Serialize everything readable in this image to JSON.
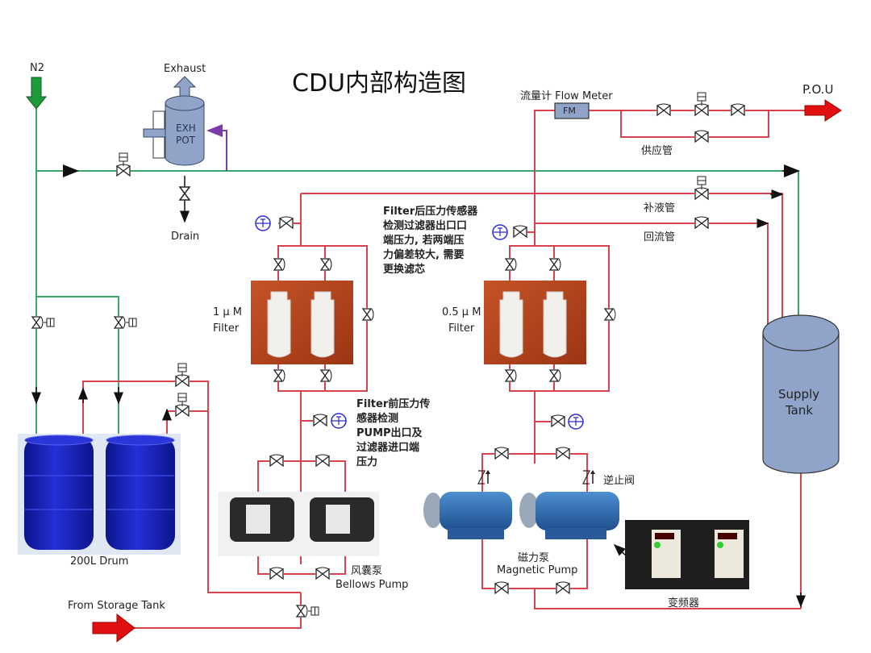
{
  "title": "CDU内部构造图",
  "labels": {
    "n2": "N2",
    "exhaust": "Exhaust",
    "exh_pot_line1": "EXH",
    "exh_pot_line2": "POT",
    "drain": "Drain",
    "flow_meter": "流量计 Flow Meter",
    "fm": "FM",
    "pou": "P.O.U",
    "supply_pipe": "供应管",
    "replenish_pipe": "补液管",
    "return_pipe": "回流管",
    "filter_1um_line1": "1 μ M",
    "filter_1um_line2": "Filter",
    "filter_05um_line1": "0.5 μ M",
    "filter_05um_line2": "Filter",
    "supply_tank_line1": "Supply",
    "supply_tank_line2": "Tank",
    "drum": "200L Drum",
    "bellows_pump_cn": "风囊泵",
    "bellows_pump_en": "Bellows Pump",
    "magnetic_pump_cn": "磁力泵",
    "magnetic_pump_en": "Magnetic Pump",
    "check_valve": "逆止阀",
    "inverter": "变频器",
    "from_storage": "From Storage Tank"
  },
  "notes": {
    "post_filter_sensor": "Filter后压力传感器\n检测过滤器出口口\n端压力, 若两端压\n力偏差较大, 需要\n更换滤芯",
    "pre_filter_sensor": "Filter前压力传\n感器检测\nPUMP出口及\n过滤器进口端\n压力"
  },
  "colors": {
    "liquid_line": "#d9444c",
    "gas_line": "#3aa66b",
    "vent_line": "#7a3aa8",
    "tank_fill": "#8fa4c8",
    "arrow_red": "#e01010",
    "arrow_green": "#1d9a3a",
    "sensor_blue": "#2a2ad0",
    "filter_bg": "#b8461f",
    "drum_blue": "#1a22b8"
  }
}
